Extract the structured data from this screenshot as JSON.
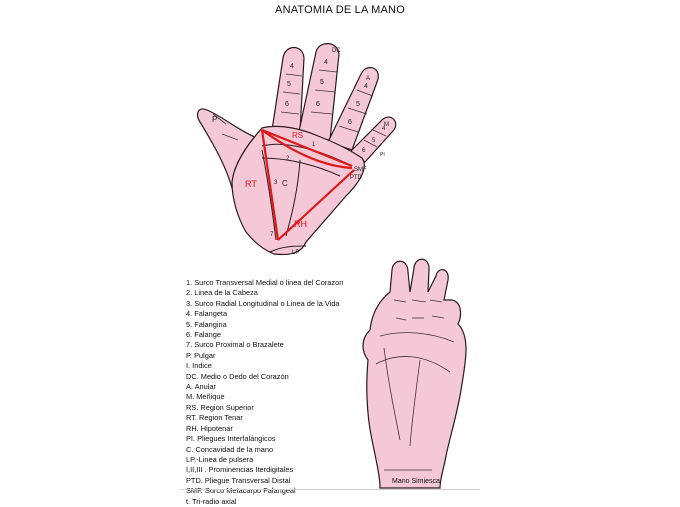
{
  "title": "ANATOMIA DE LA MANO",
  "colors": {
    "skin": "#f4c8d6",
    "outline": "#2a1a1e",
    "crease": "#4a3038",
    "red_line": "#e01818"
  },
  "hand_labels": {
    "p": "P",
    "dc": "DC",
    "a": "A",
    "m": "M",
    "rs": "RS",
    "rt": "RT",
    "rh": "RH",
    "c": "C",
    "lp": "LP",
    "smf": "SMF",
    "ptd": "PTD",
    "pi": "PI",
    "n1": "1",
    "n2": "2",
    "n3": "3",
    "n7": "7",
    "index_4": "4",
    "index_5": "5",
    "index_6": "6",
    "middle_4": "4",
    "middle_5": "5",
    "middle_6": "6",
    "ring_4": "4",
    "ring_5": "5",
    "ring_6": "6",
    "little_4": "4",
    "little_5": "5",
    "little_6": "6"
  },
  "legend": [
    "1.  Surco Transversal Medial o linea del Corazon",
    "2.  Linea de la Cabeza",
    "3.  Surco Radial Longitudinal o Linea de la Vida",
    "4.  Falangeta",
    "5.  Falangina",
    "6.  Falange",
    "7.  Surco Proximal o Brazalete",
    "P.  Pulgar",
    "I.  Indice",
    "DC. Medio o Dedo del Corazón",
    "A. Anular",
    "M.  Meñique",
    "RS. Region Superior",
    "RT. Region Tenar",
    "RH. Hipotenar",
    "PI.  Pliegues Interfalángicos",
    "C. Concavidad de la mano",
    "LP.-Linea de pulsera",
    "I,II,III . Prominencias Iterdigitales",
    "PTD. Pliegue Transversal Distal",
    "SMF. Surco Metacarpo Falangeal",
    "t.   Tri-radio axial"
  ],
  "simian_caption": "Mano Simiesca"
}
